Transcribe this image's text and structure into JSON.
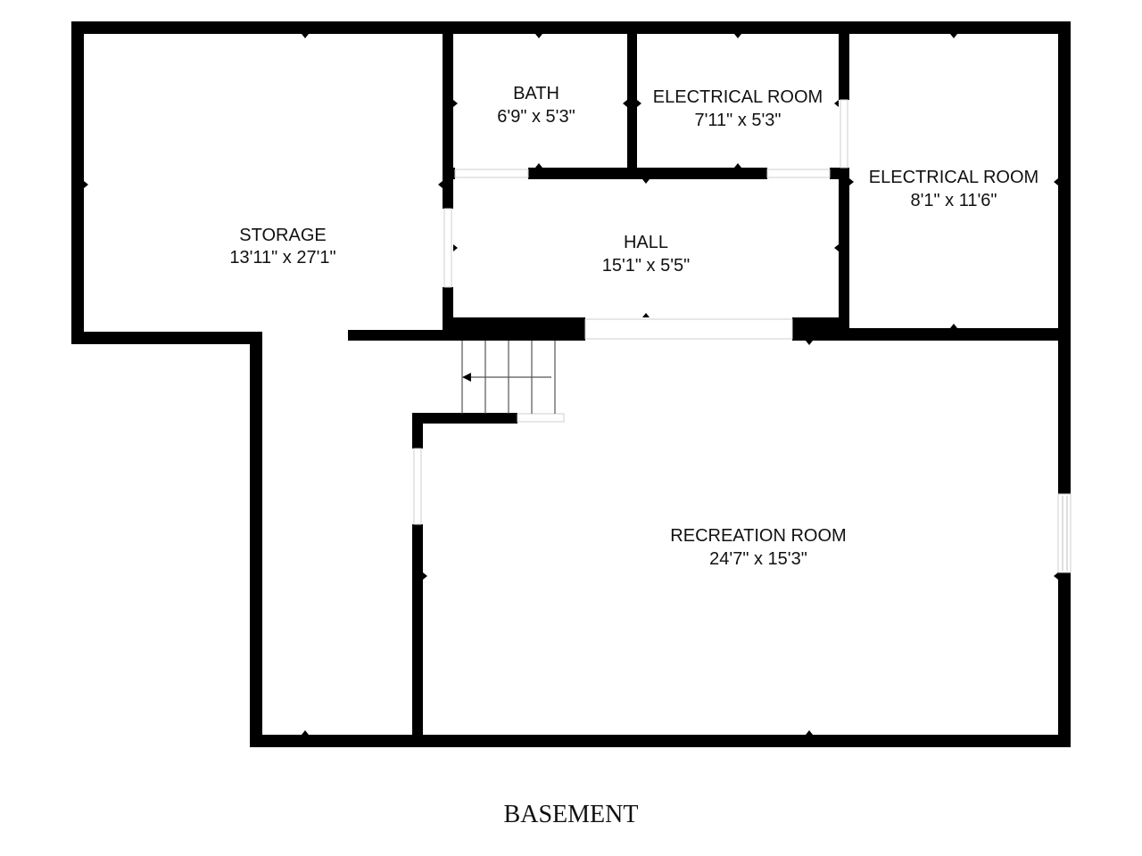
{
  "floor": {
    "title": "BASEMENT"
  },
  "rooms": {
    "storage": {
      "name": "STORAGE",
      "dims": "13'11\" x 27'1\""
    },
    "bath": {
      "name": "BATH",
      "dims": "6'9\" x 5'3\""
    },
    "electrical_1": {
      "name": "ELECTRICAL ROOM",
      "dims": "7'11\" x 5'3\""
    },
    "electrical_2": {
      "name": "ELECTRICAL ROOM",
      "dims": "8'1\" x 11'6\""
    },
    "hall": {
      "name": "HALL",
      "dims": "15'1\" x 5'5\""
    },
    "recreation": {
      "name": "RECREATION ROOM",
      "dims": "24'7\" x 15'3\""
    }
  },
  "colors": {
    "wall": "#000000",
    "background": "#ffffff",
    "text": "#111111"
  }
}
